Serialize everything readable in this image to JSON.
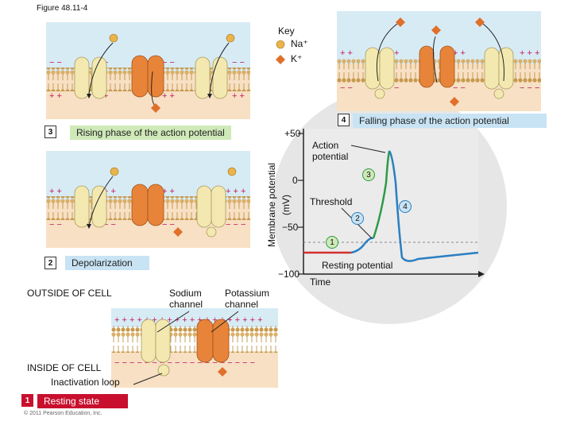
{
  "figure_label": "Figure 48.11-4",
  "copyright": "© 2011 Pearson Education, Inc.",
  "key": {
    "title": "Key",
    "na_label": "Na⁺",
    "k_label": "K⁺",
    "na_color": "#e9b54a",
    "k_color": "#e0702a"
  },
  "stages": [
    {
      "number": "1",
      "title": "Resting state"
    },
    {
      "number": "2",
      "title": "Depolarization"
    },
    {
      "number": "3",
      "title": "Rising phase of the action potential"
    },
    {
      "number": "4",
      "title": "Falling phase of the action potential"
    }
  ],
  "labels": {
    "outside_cell": "OUTSIDE OF CELL",
    "inside_cell": "INSIDE OF CELL",
    "inactivation_loop": "Inactivation loop",
    "sodium_channel": "Sodium\nchannel",
    "potassium_channel": "Potassium\nchannel"
  },
  "graph": {
    "ylabel": "Membrane potential\n(mV)",
    "xlabel": "Time",
    "yticks": [
      "+50",
      "0",
      "−50",
      "−100"
    ],
    "annotations": {
      "action_potential": "Action\npotential",
      "threshold": "Threshold",
      "resting_potential": "Resting potential"
    },
    "markers": [
      "1",
      "2",
      "3",
      "4"
    ]
  },
  "colors": {
    "membrane_top": "#d9b06a",
    "membrane_bottom": "#c89a4e",
    "outside_fluid": "#d7ebf5",
    "inside_fluid": "#f7e0c4",
    "sodium_channel": "#f3e9b0",
    "potassium_channel": "#e8843a",
    "plus_sign": "#c2185b",
    "minus_sign": "#c2185b",
    "trace_red": "#d32f2f",
    "trace_blue": "#2a7fc2",
    "trace_green": "#2e9a47",
    "graph_bg": "#ebebeb"
  }
}
